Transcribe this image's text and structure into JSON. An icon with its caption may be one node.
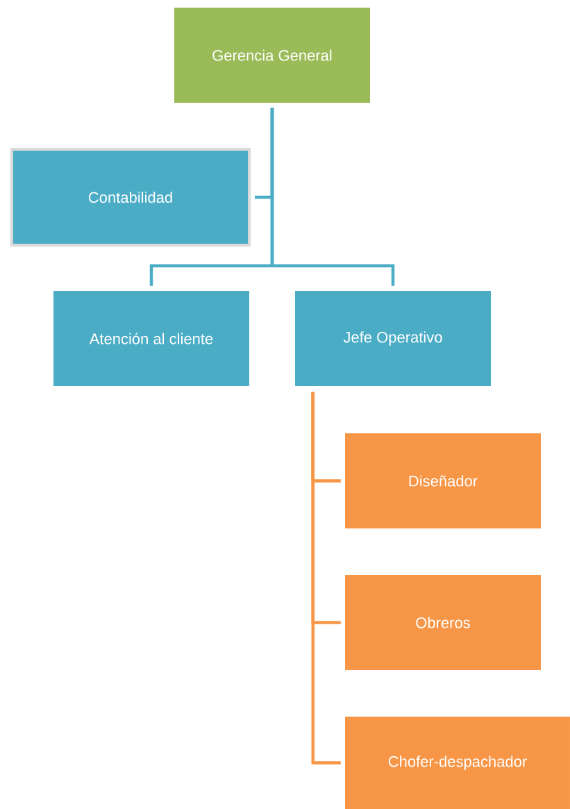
{
  "diagram": {
    "nodes": [
      {
        "text": [
          "Gerencia General"
        ]
      },
      {
        "text": [
          "Contabilidad"
        ]
      },
      {
        "text": [
          "Atención al cliente"
        ]
      },
      {
        "text": [
          "Jefe Operativo"
        ]
      },
      {
        "text": [
          "Diseñador"
        ]
      },
      {
        "text": [
          "Obreros"
        ]
      },
      {
        "text": [
          "Chofer-despachador"
        ]
      }
    ],
    "edges": [
      {
        "from": 0,
        "to": 1,
        "arrow": "none",
        "color": "#4bacc6"
      },
      {
        "from": 0,
        "to": 2,
        "arrow": "none",
        "color": "#4bacc6"
      },
      {
        "from": 0,
        "to": 3,
        "arrow": "none",
        "color": "#4bacc6"
      },
      {
        "from": 3,
        "to": 4,
        "arrow": "none",
        "color": "#f79646"
      },
      {
        "from": 3,
        "to": 5,
        "arrow": "none",
        "color": "#f79646"
      },
      {
        "from": 3,
        "to": 6,
        "arrow": "none",
        "color": "#f79646"
      }
    ]
  }
}
